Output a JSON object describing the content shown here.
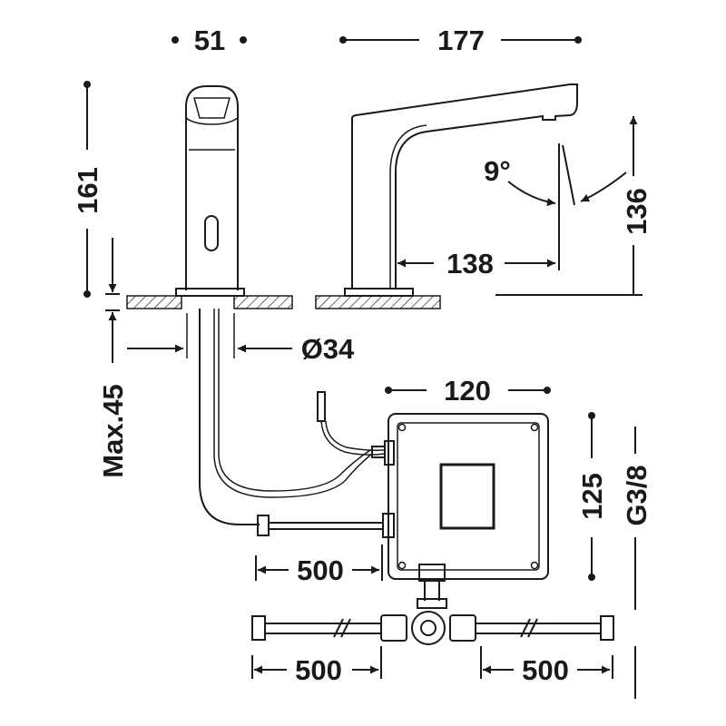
{
  "dimensions": {
    "spout_width": "51",
    "faucet_depth": "177",
    "height": "161",
    "spout_height": "136",
    "angle": "9°",
    "reach": "138",
    "hole_diameter": "Ø34",
    "max_thickness": "Max.45",
    "box_width": "120",
    "box_height": "125",
    "thread": "G3/8",
    "hose_top": "500",
    "hose_left": "500",
    "hose_right": "500"
  }
}
